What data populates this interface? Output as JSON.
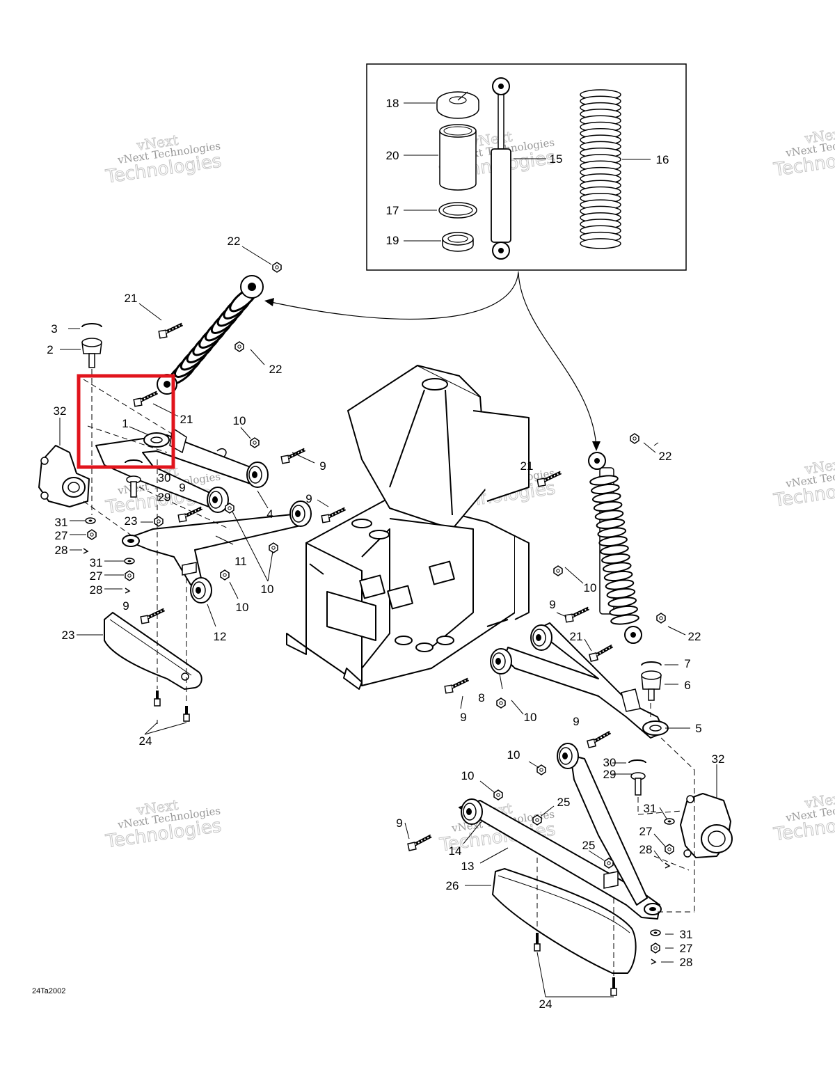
{
  "diagram": {
    "code": "24Ta2002",
    "watermark_line1": "vNext Technologies",
    "watermark_line2": "vNext",
    "watermark_line3": "Technologies",
    "highlight_color": "#e1141c",
    "line_color": "#000000",
    "callouts": [
      "1",
      "2",
      "3",
      "4",
      "5",
      "6",
      "7",
      "8",
      "9",
      "10",
      "11",
      "12",
      "13",
      "14",
      "15",
      "16",
      "17",
      "18",
      "19",
      "20",
      "21",
      "22",
      "23",
      "24",
      "25",
      "26",
      "27",
      "28",
      "29",
      "30",
      "31",
      "32"
    ]
  }
}
